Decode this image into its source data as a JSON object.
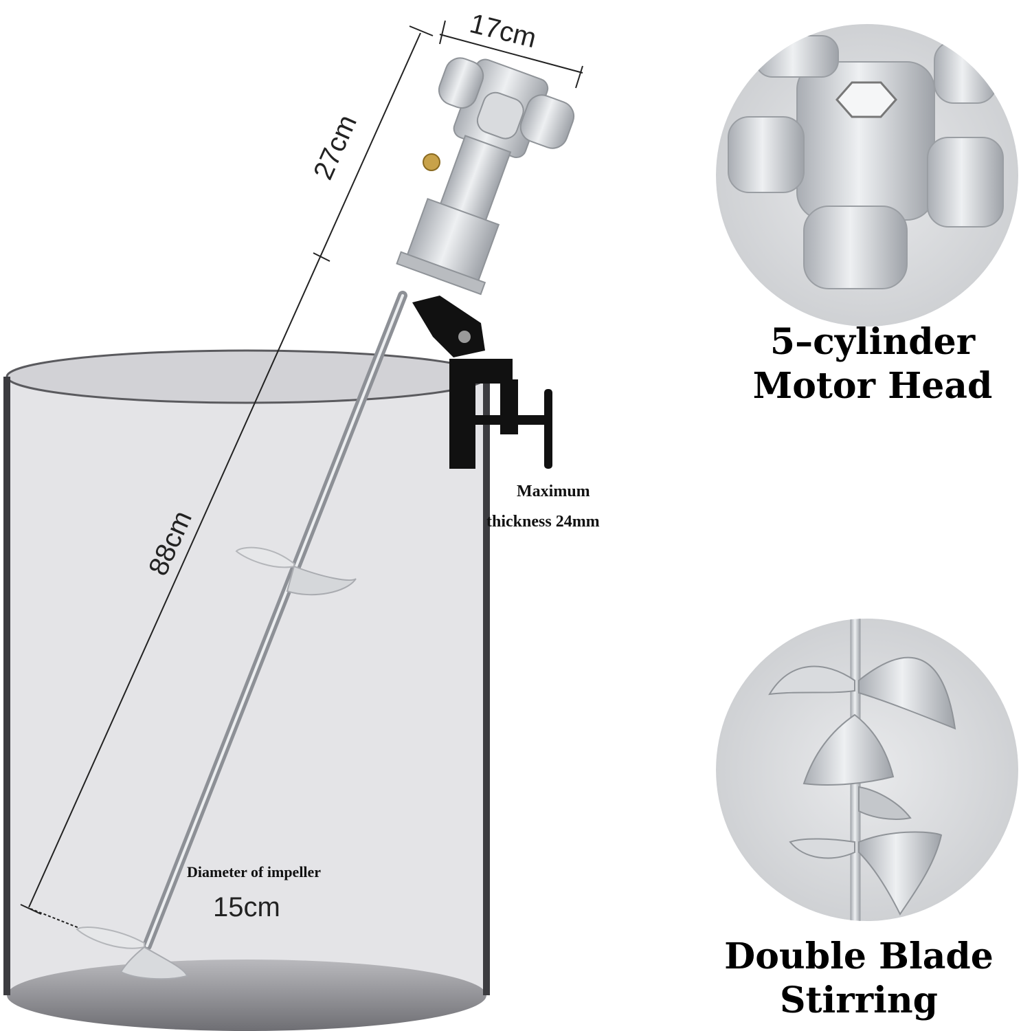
{
  "dimensions": {
    "head_width": "17cm",
    "head_height": "27cm",
    "shaft_length": "88cm",
    "impeller_diameter_value": "15cm"
  },
  "notes": {
    "clamp_thickness_line1": "Maximum",
    "clamp_thickness_line2": "thickness 24mm",
    "impeller_label": "Diameter of impeller"
  },
  "callouts": {
    "motor_head": {
      "line1": "5–cylinder",
      "line2": "Motor Head"
    },
    "blades": {
      "line1": "Double Blade",
      "line2": "Stirring"
    }
  },
  "colors": {
    "barrel_fill": "#e4e4e7",
    "barrel_wall": "#5a5a5e",
    "metal": "#c9ccd0",
    "clamp": "#111111",
    "brass": "#c8a24a"
  }
}
